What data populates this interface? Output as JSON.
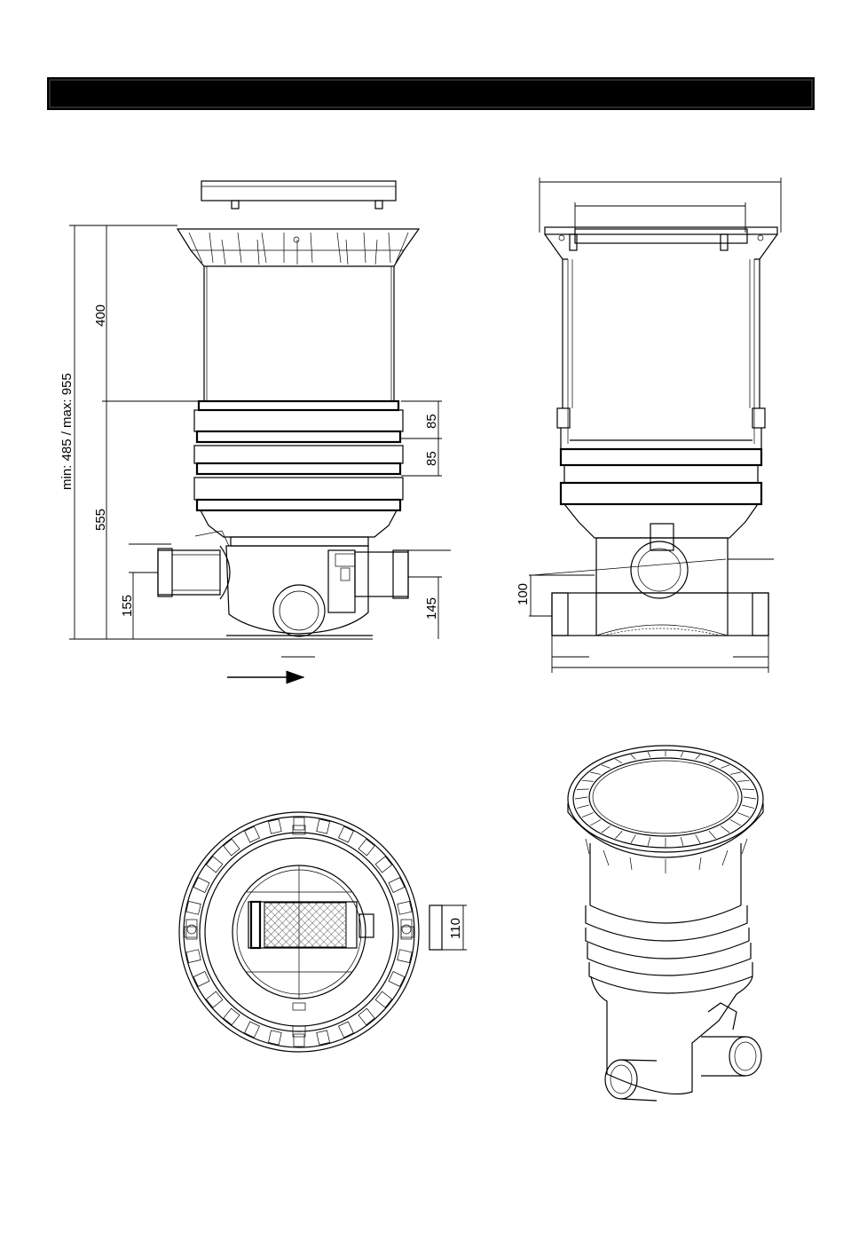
{
  "header_bar": {
    "text": ""
  },
  "front_view": {
    "dimensions": {
      "overall": "min: 485 / max: 955",
      "riser_height": "400",
      "body_height": "555",
      "outlet_height": "155",
      "ring_1": "85",
      "ring_2": "85",
      "inlet_height": "145"
    },
    "flow_arrow": "arrow-right-icon"
  },
  "side_view": {
    "dimensions": {
      "pipe_height": "100"
    }
  },
  "top_view": {
    "dimensions": {
      "pipe_diameter": "110"
    }
  },
  "colors": {
    "line": "#000000",
    "background": "#ffffff",
    "header": "#000000"
  }
}
